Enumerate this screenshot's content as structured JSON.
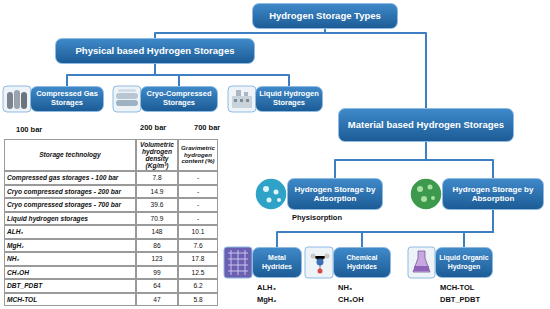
{
  "diagram": {
    "nodes": [
      {
        "text": [
          "Hydrogen Storage Types"
        ]
      },
      {
        "text": [
          "Physical based Hydrogen Storages"
        ]
      },
      {
        "text": [
          "Compressed Gas Storages"
        ]
      },
      {
        "text": [
          "Cryo-Compressed Storages"
        ]
      },
      {
        "text": [
          "Liquid Hydrogen Storages"
        ]
      },
      {
        "text": [
          "Material based Hydrogen Storages"
        ]
      },
      {
        "text": [
          "Hydrogen Storage by Adsorption"
        ]
      },
      {
        "text": [
          "Hydrogen Storage by Absorption"
        ]
      },
      {
        "text": [
          "Metal Hydrides"
        ]
      },
      {
        "text": [
          "Chemical Hydrides"
        ]
      },
      {
        "text": [
          "Liquid Organic Hydrogen"
        ]
      }
    ],
    "edges": [
      {
        "from": 0,
        "to": 1,
        "arrow": "none"
      },
      {
        "from": 0,
        "to": 5,
        "arrow": "none"
      },
      {
        "from": 1,
        "to": 2,
        "arrow": "none"
      },
      {
        "from": 1,
        "to": 3,
        "arrow": "none"
      },
      {
        "from": 1,
        "to": 4,
        "arrow": "none"
      },
      {
        "from": 5,
        "to": 6,
        "arrow": "none"
      },
      {
        "from": 5,
        "to": 7,
        "arrow": "none"
      },
      {
        "from": 7,
        "to": 8,
        "arrow": "none"
      },
      {
        "from": 7,
        "to": 9,
        "arrow": "none"
      },
      {
        "from": 7,
        "to": 10,
        "arrow": "none"
      }
    ],
    "labels": [
      "100 bar",
      "200 bar",
      "700 bar",
      "Physisorption",
      "ALH₃",
      "MgH₂",
      "NH₃",
      "CH₃OH",
      "MCH-TOL",
      "DBT_PDBT",
      "Storage technology",
      "Volumetric hydrogen density (Kg/m³)",
      "Gravimetric hydrogen content (%)",
      "Compressed gas storages - 100 bar",
      "7.8",
      "-",
      "Cryo compressed storages - 200 bar",
      "14.9",
      "-",
      "Cryo compressed storages - 700 bar",
      "39.6",
      "-",
      "Liquid hydrogen storages",
      "70.9",
      "-",
      "ALH₃",
      "148",
      "10.1",
      "MgH₂",
      "86",
      "7.6",
      "NH₃",
      "123",
      "17.8",
      "CH₃OH",
      "99",
      "12.5",
      "DBT_PDBT",
      "64",
      "6.2",
      "MCH-TOL",
      "47",
      "5.8"
    ]
  }
}
